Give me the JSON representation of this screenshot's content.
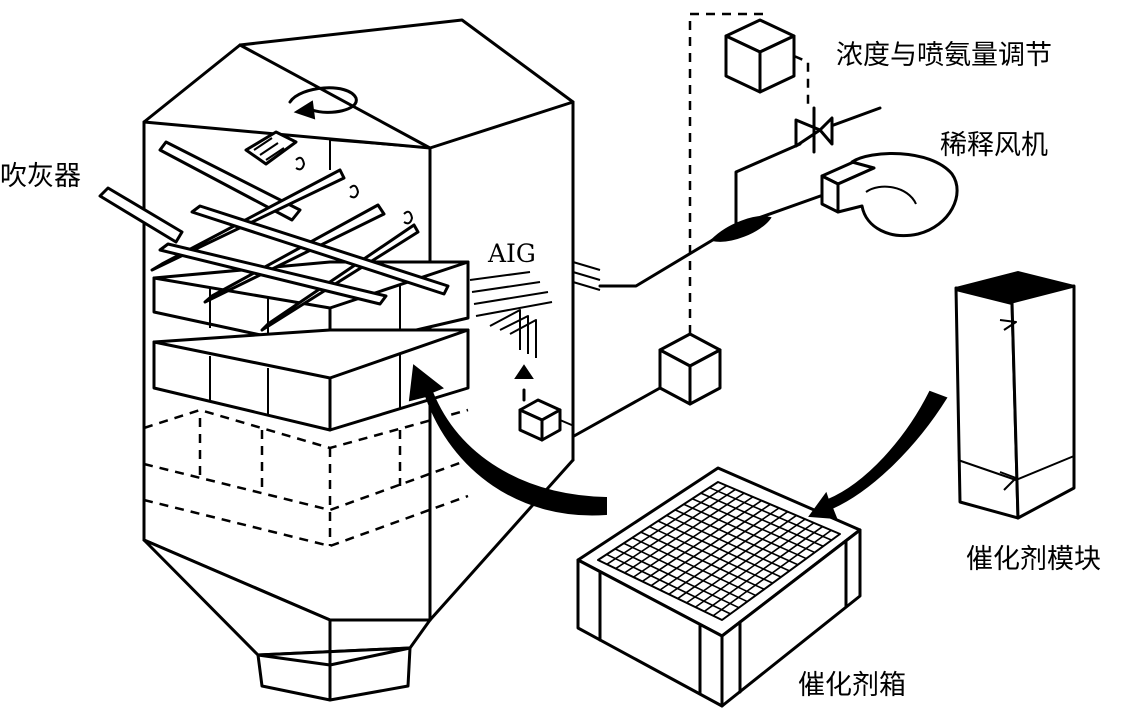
{
  "labels": {
    "concentration": "浓度与喷氨量调节",
    "fan": "稀释风机",
    "soot_blower": "吹灰器",
    "aig": "AIG",
    "catalyst_module": "催化剂模块",
    "catalyst_box": "催化剂箱"
  },
  "colors": {
    "line": "#000000",
    "background": "#ffffff"
  }
}
